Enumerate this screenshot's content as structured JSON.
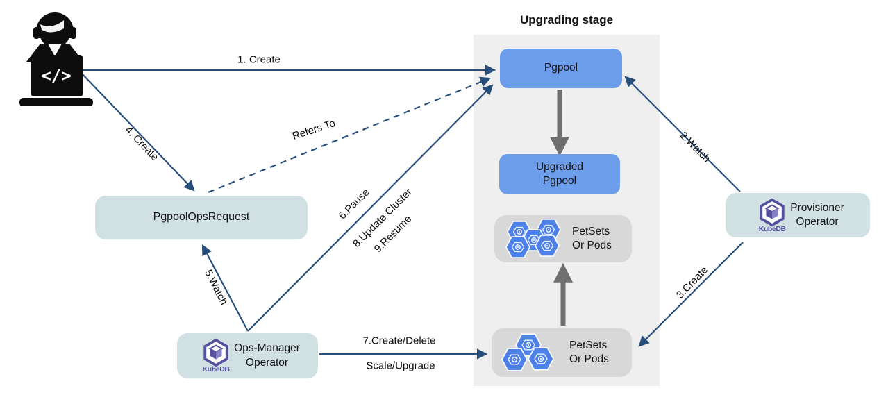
{
  "stage": {
    "title": "Upgrading stage"
  },
  "nodes": {
    "user": {
      "laptop_glyph": "</>"
    },
    "pgpool": {
      "label": "Pgpool"
    },
    "upgraded_pgpool": {
      "label": "Upgraded\nPgpool"
    },
    "petsets_upper": {
      "label": "PetSets\nOr Pods"
    },
    "petsets_lower": {
      "label": "PetSets\nOr Pods"
    },
    "pgpool_ops_request": {
      "label": "PgpoolOpsRequest"
    },
    "ops_manager": {
      "label": "Ops-Manager\nOperator"
    },
    "provisioner": {
      "label": "Provisioner\nOperator"
    }
  },
  "logos": {
    "kubedb": "KubeDB"
  },
  "edges": {
    "create1": "1. Create",
    "watch2": "2.Watch",
    "create3": "3.Create",
    "create4": "4. Create",
    "watch5": "5.Watch",
    "pause6": "6.Pause",
    "create_delete7": "7.Create/Delete",
    "scale_upgrade7": "Scale/Upgrade",
    "update8": "8.Update Cluster",
    "resume9": "9.Resume",
    "refers_to": "Refers To"
  },
  "colors": {
    "node_blue": "#6d9eeb",
    "node_gray": "#d8d8d8",
    "node_teal": "#d0e0e3",
    "stage_bg": "#efefef",
    "arrow_navy": "#274e7b",
    "arrow_gray": "#6f6f6f",
    "kubedb_purple": "#55519f",
    "pod_blue": "#4e81e8"
  }
}
